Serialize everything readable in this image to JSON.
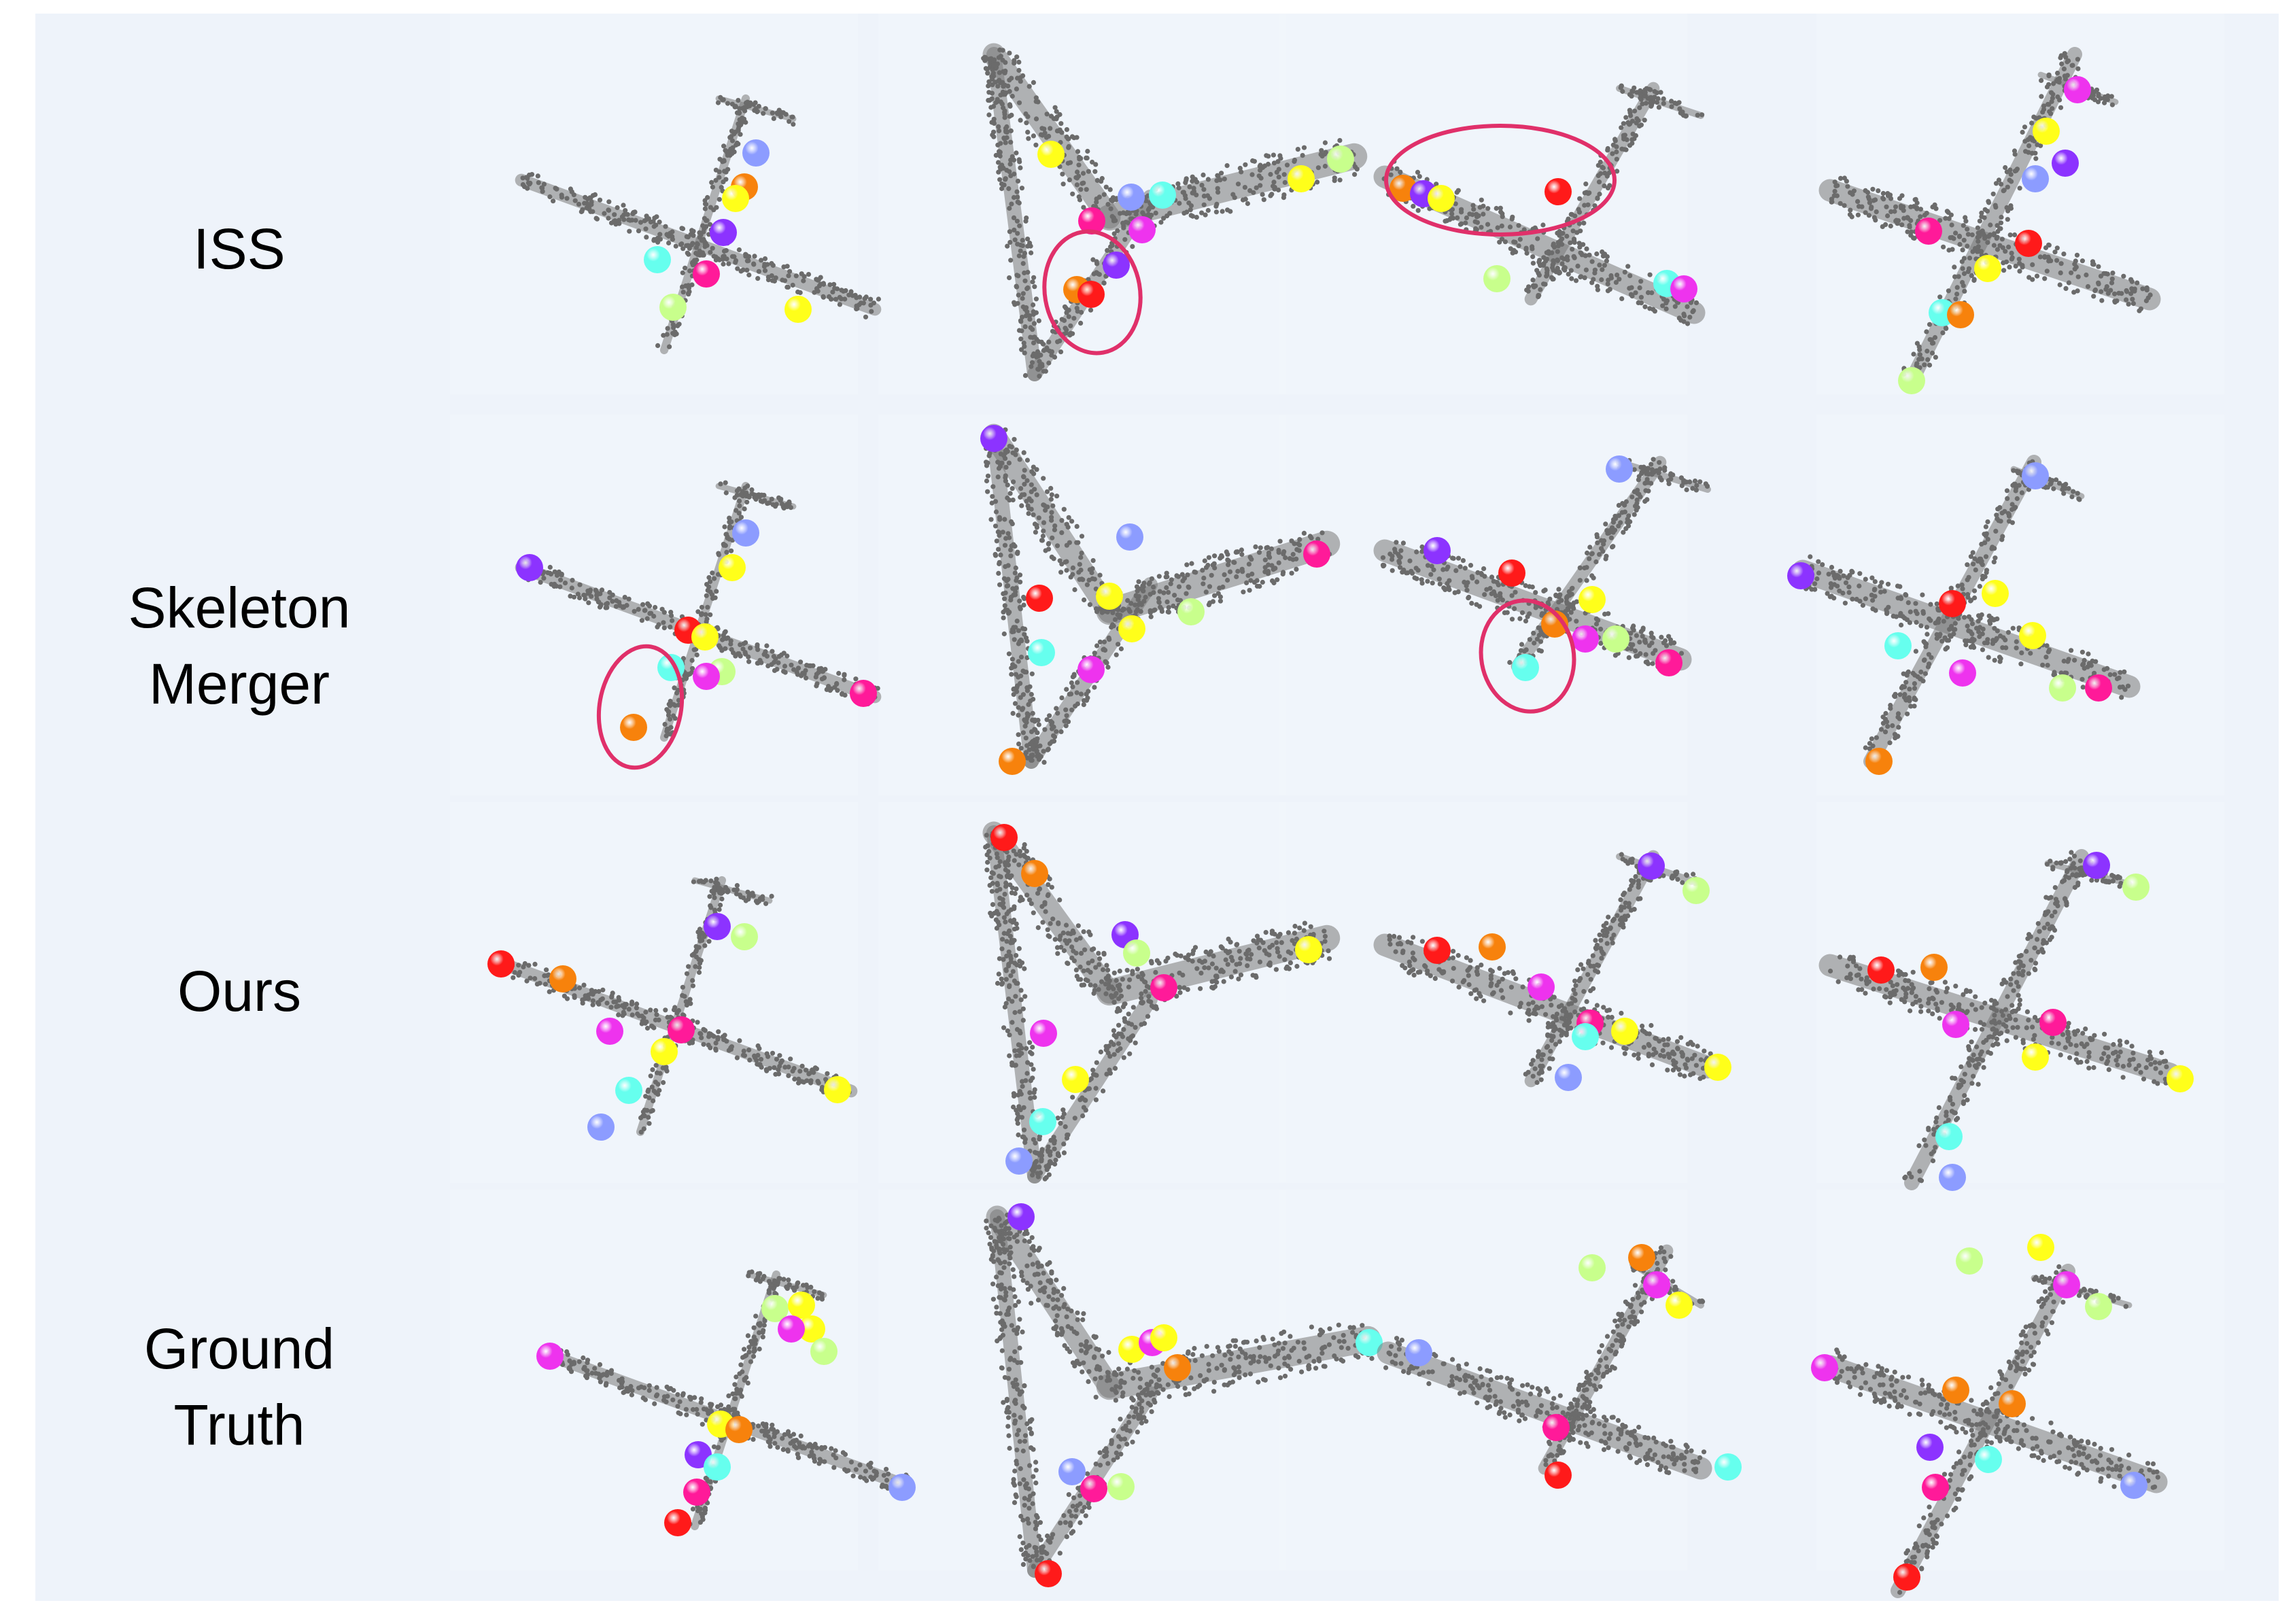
{
  "rows": [
    {
      "label_lines": [
        "ISS"
      ]
    },
    {
      "label_lines": [
        "Skeleton",
        "Merger"
      ]
    },
    {
      "label_lines": [
        "Ours"
      ]
    },
    {
      "label_lines": [
        "Ground",
        "Truth"
      ]
    }
  ],
  "colors": {
    "background": "#eef3fa",
    "points": "#6b6b6b",
    "highlight_ellipse": "#e0306a",
    "keypoint_palette": [
      "#ff1a1a",
      "#f7820c",
      "#ffff1a",
      "#c8ff8c",
      "#66ffee",
      "#8c9cff",
      "#8c33ff",
      "#ff1a99",
      "#ee33ee"
    ]
  },
  "icons": {
    "point_cloud": "airplane-point-cloud",
    "keypoint": "sphere"
  }
}
